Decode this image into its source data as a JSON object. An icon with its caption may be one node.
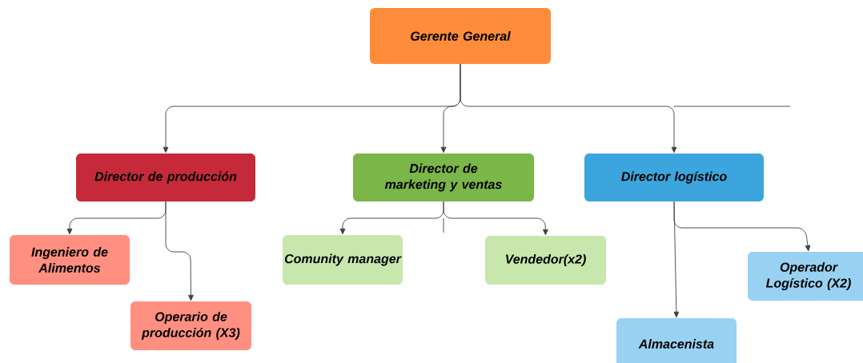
{
  "diagram": {
    "nodes": [
      {
        "text": [
          "Gerente General"
        ]
      },
      {
        "text": [
          "Director de producción"
        ]
      },
      {
        "text": [
          "Director de marketing y ventas"
        ]
      },
      {
        "text": [
          "Director logístico"
        ]
      },
      {
        "text": [
          "Ingeniero de Alimentos"
        ]
      },
      {
        "text": [
          "Operario de producción (X3)"
        ]
      },
      {
        "text": [
          "Comunity manager"
        ]
      },
      {
        "text": [
          "Vendedor(x2)"
        ]
      },
      {
        "text": [
          "Almacenista"
        ]
      },
      {
        "text": [
          "Operador Logístico (X2)"
        ]
      }
    ],
    "edges": [
      {
        "from": 0,
        "to": 1,
        "arrow": "to"
      },
      {
        "from": 0,
        "to": 2,
        "arrow": "to"
      },
      {
        "from": 0,
        "to": 3,
        "arrow": "to"
      },
      {
        "from": 1,
        "to": 4,
        "arrow": "to"
      },
      {
        "from": 1,
        "to": 5,
        "arrow": "to"
      },
      {
        "from": 2,
        "to": 6,
        "arrow": "to"
      },
      {
        "from": 2,
        "to": 7,
        "arrow": "to"
      },
      {
        "from": 3,
        "to": 8,
        "arrow": "to"
      },
      {
        "from": 3,
        "to": 9,
        "arrow": "to"
      }
    ]
  }
}
